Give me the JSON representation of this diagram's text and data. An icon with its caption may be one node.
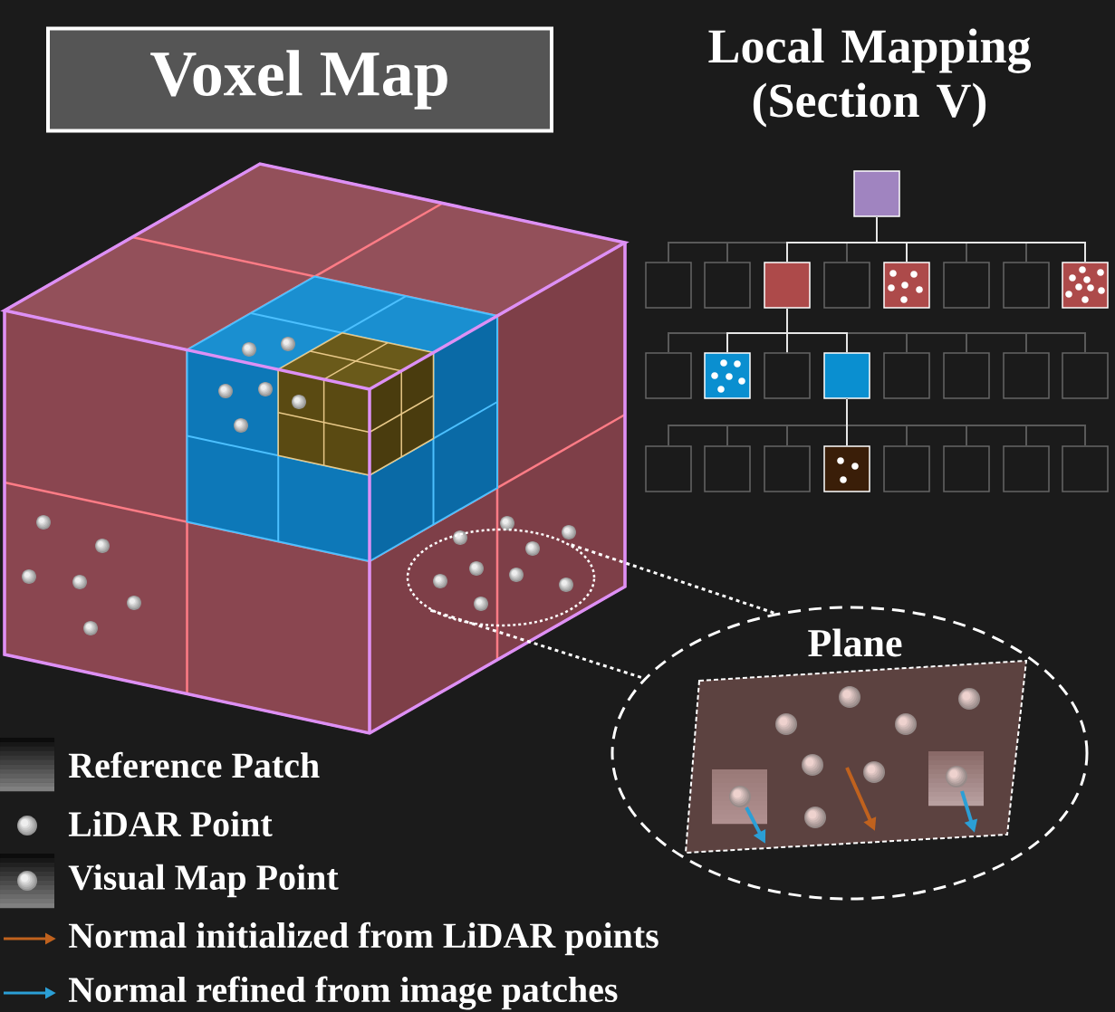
{
  "diagram": {
    "nodes": [
      {
        "text": [
          "Voxel Map"
        ]
      },
      {
        "text": [],
        "shape": "box"
      },
      {
        "text": [],
        "shape": "box"
      },
      {
        "text": [],
        "shape": "box"
      },
      {
        "text": [],
        "shape": "box"
      },
      {
        "text": [],
        "shape": "box"
      },
      {
        "text": [],
        "shape": "box"
      },
      {
        "text": [],
        "shape": "box"
      },
      {
        "text": [],
        "shape": "box"
      },
      {
        "text": [],
        "shape": "box"
      },
      {
        "text": [],
        "shape": "box"
      },
      {
        "text": [],
        "shape": "box"
      },
      {
        "text": [],
        "shape": "box"
      },
      {
        "text": [],
        "shape": "box"
      },
      {
        "text": [],
        "shape": "box"
      },
      {
        "text": [],
        "shape": "box"
      },
      {
        "text": [],
        "shape": "box"
      },
      {
        "text": [],
        "shape": "box"
      },
      {
        "text": [],
        "shape": "box"
      },
      {
        "text": [],
        "shape": "box"
      },
      {
        "text": [],
        "shape": "box"
      },
      {
        "text": [],
        "shape": "box"
      },
      {
        "text": [],
        "shape": "box"
      },
      {
        "text": [],
        "shape": "box"
      },
      {
        "text": [],
        "shape": "box"
      },
      {
        "text": [],
        "shape": "box"
      },
      {
        "text": [],
        "shape": "ellipse"
      },
      {
        "text": [
          "Plane"
        ]
      }
    ],
    "edges": [
      {
        "from": 1,
        "to": 2,
        "arrow": "none"
      },
      {
        "from": 1,
        "to": 3,
        "arrow": "none"
      },
      {
        "from": 1,
        "to": 4,
        "arrow": "none",
        "color": "#e6e6e6"
      },
      {
        "from": 1,
        "to": 5,
        "arrow": "none"
      },
      {
        "from": 1,
        "to": 6,
        "arrow": "none",
        "color": "#e6e6e6"
      },
      {
        "from": 1,
        "to": 7,
        "arrow": "none"
      },
      {
        "from": 1,
        "to": 8,
        "arrow": "none"
      },
      {
        "from": 1,
        "to": 9,
        "arrow": "none",
        "color": "#e6e6e6"
      },
      {
        "from": 4,
        "to": 10,
        "arrow": "none"
      },
      {
        "from": 4,
        "to": 11,
        "arrow": "none",
        "color": "#e6e6e6"
      },
      {
        "from": 4,
        "to": 12,
        "arrow": "none",
        "color": "#e6e6e6"
      },
      {
        "from": 4,
        "to": 13,
        "arrow": "none",
        "color": "#e6e6e6"
      },
      {
        "from": 4,
        "to": 14,
        "arrow": "none"
      },
      {
        "from": 4,
        "to": 15,
        "arrow": "none"
      },
      {
        "from": 4,
        "to": 16,
        "arrow": "none"
      },
      {
        "from": 4,
        "to": 17,
        "arrow": "none"
      },
      {
        "from": 13,
        "to": 18,
        "arrow": "none"
      },
      {
        "from": 13,
        "to": 19,
        "arrow": "none"
      },
      {
        "from": 13,
        "to": 20,
        "arrow": "none"
      },
      {
        "from": 13,
        "to": 21,
        "arrow": "none",
        "color": "#e6e6e6"
      },
      {
        "from": 13,
        "to": 22,
        "arrow": "none"
      },
      {
        "from": 13,
        "to": 23,
        "arrow": "none"
      },
      {
        "from": 13,
        "to": 24,
        "arrow": "none"
      },
      {
        "from": 13,
        "to": 25,
        "arrow": "none"
      },
      {
        "from": 26,
        "to": 27,
        "arrow": "none",
        "style": "dashed",
        "color": "#ffffff"
      },
      {
        "from": 26,
        "to": 27,
        "arrow": "none",
        "style": "dashed",
        "color": "#ffffff"
      }
    ],
    "labels": [
      "Local Mapping (Section V)"
    ],
    "legend": [
      {
        "text": "Reference Patch"
      },
      {
        "text": "LiDAR Point"
      },
      {
        "text": "Visual Map Point"
      },
      {
        "text": "Normal initialized from LiDAR points"
      },
      {
        "text": "Normal refined from image patches"
      }
    ]
  }
}
